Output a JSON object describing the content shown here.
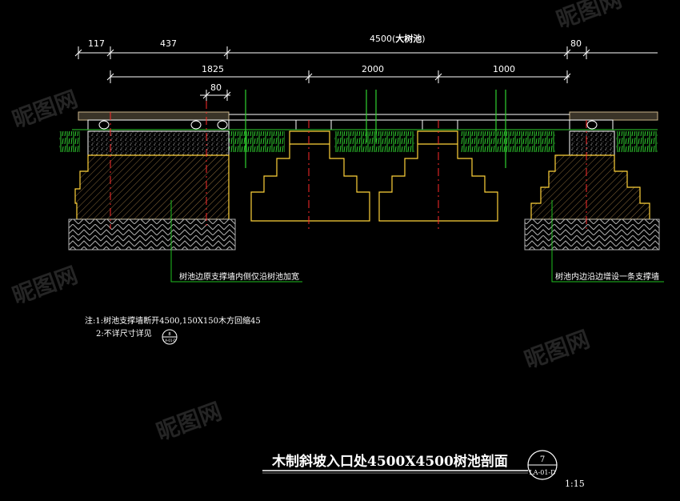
{
  "dimensions": {
    "top_left_small": "117",
    "top_left": "437",
    "top_overall": "4500(",
    "top_overall_bold": "大树池",
    "top_overall_close": ")",
    "top_right_small": "80",
    "second_left": "1825",
    "second_mid": "2000",
    "second_right": "1000",
    "third_small": "80"
  },
  "annotations": {
    "left_leader": "树池边原支撑墙内侧仅沿树池加宽",
    "right_leader": "树池内边沿边增设一条支撑墙"
  },
  "notes": {
    "line1": "注:1:树池支撑墙断开4500,150X150木方回缩45",
    "line2": "2:不详尺寸详见",
    "ref_top": "8",
    "ref_bottom": "LA-01-D"
  },
  "title_block": {
    "title": "木制斜坡入口处4500X4500树池剖面",
    "detail_number": "7",
    "sheet": "LA-01-D",
    "scale": "1:15"
  },
  "watermark": "昵图网",
  "colors": {
    "background": "#000000",
    "outline": "#ffd23a",
    "centerline": "#ff2a2a",
    "grass": "#2fd12f",
    "leader": "#20c020",
    "dimension": "#ffffff",
    "wood": "#c9b48a",
    "hatch": "#8a7a55"
  }
}
